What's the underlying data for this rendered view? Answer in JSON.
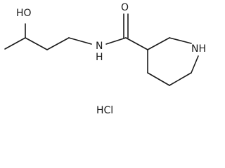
{
  "structure": {
    "atoms": {
      "hydroxyl": "HO",
      "amide_nh": "N",
      "amide_h": "H",
      "carbonyl_o": "O",
      "ring_nh": "NH"
    },
    "salt": "HCl"
  }
}
